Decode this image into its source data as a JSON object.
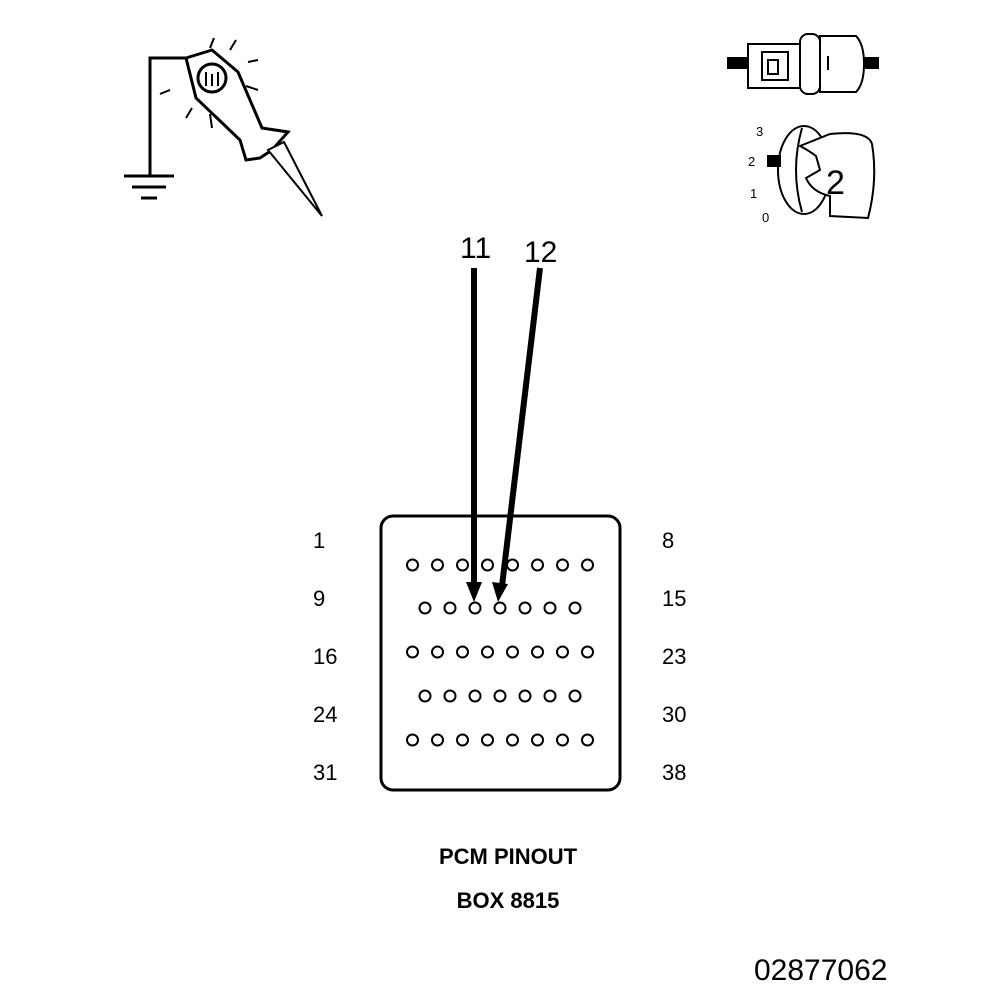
{
  "ignition": {
    "positions": [
      "3",
      "2",
      "1",
      "0"
    ],
    "active_position": "2",
    "key_number": "2"
  },
  "probe": {
    "pin_labels": [
      "11",
      "12"
    ]
  },
  "connector": {
    "rows": [
      {
        "count": 8,
        "start_label": "1",
        "end_label": "8"
      },
      {
        "count": 7,
        "start_label": "9",
        "end_label": "15"
      },
      {
        "count": 8,
        "start_label": "16",
        "end_label": "23"
      },
      {
        "count": 7,
        "start_label": "24",
        "end_label": "30"
      },
      {
        "count": 8,
        "start_label": "31",
        "end_label": "38"
      }
    ]
  },
  "caption": {
    "title": "PCM PINOUT",
    "subtitle": "BOX 8815"
  },
  "figure_id": "02877062"
}
